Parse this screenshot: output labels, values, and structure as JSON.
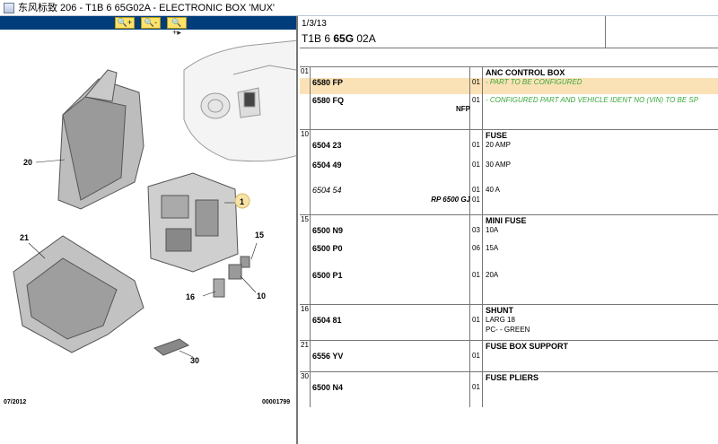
{
  "window": {
    "title": "东风标致 206 - T1B 6 65G02A - ELECTRONIC BOX 'MUX'"
  },
  "toolbar": {
    "zoom_in": "🔍+",
    "zoom_out": "🔍-",
    "zoom_fit": "🔍+▸"
  },
  "diagram": {
    "callouts": [
      "20",
      "1",
      "21",
      "15",
      "16",
      "10",
      "30"
    ],
    "date": "07/2012",
    "ref": "00001799"
  },
  "header": {
    "page": "1/3/13",
    "ref_a": "T1B 6 ",
    "ref_b": "65G",
    "ref_c": " 02A"
  },
  "groups": [
    {
      "num": "01",
      "title": "ANC CONTROL BOX",
      "rows": [
        {
          "pn": "6580 FP",
          "qty": "01",
          "desc": "- PART TO BE CONFIGURED",
          "green": true
        },
        {
          "pn": "6580 FQ",
          "qty": "01",
          "desc": "- CONFIGURED PART AND VEHICLE IDENT NO (VIN) TO BE SP",
          "green": true,
          "sub": "NFP"
        }
      ]
    },
    {
      "num": "10",
      "title": "FUSE",
      "rows": [
        {
          "pn": "6504 23",
          "qty": "01",
          "desc": "20 AMP"
        },
        {
          "pn": "6504 49",
          "qty": "01",
          "desc": "30 AMP"
        },
        {
          "pn": "6504 54",
          "qty": "01",
          "desc": "40 A",
          "italic": true,
          "sub": "RP 6500 GJ",
          "subqty": "01"
        }
      ]
    },
    {
      "num": "15",
      "title": "MINI FUSE",
      "rows": [
        {
          "pn": "6500 N9",
          "qty": "03",
          "desc": "10A"
        },
        {
          "pn": "6500 P0",
          "qty": "06",
          "desc": "15A"
        },
        {
          "pn": "6500 P1",
          "qty": "01",
          "desc": "20A"
        }
      ]
    },
    {
      "num": "16",
      "title": "SHUNT",
      "rows": [
        {
          "pn": "6504 81",
          "qty": "01",
          "desc": "LARG 18",
          "desc2": "PC- - GREEN"
        }
      ]
    },
    {
      "num": "21",
      "title": "FUSE BOX SUPPORT",
      "rows": [
        {
          "pn": "6556 YV",
          "qty": "01",
          "desc": ""
        }
      ]
    },
    {
      "num": "30",
      "title": "FUSE PLIERS",
      "rows": [
        {
          "pn": "6500 N4",
          "qty": "01",
          "desc": ""
        }
      ]
    }
  ],
  "colors": {
    "toolbar_bg": "#003d7a",
    "highlight": "#fbe2b6",
    "green_text": "#3aa83a"
  }
}
